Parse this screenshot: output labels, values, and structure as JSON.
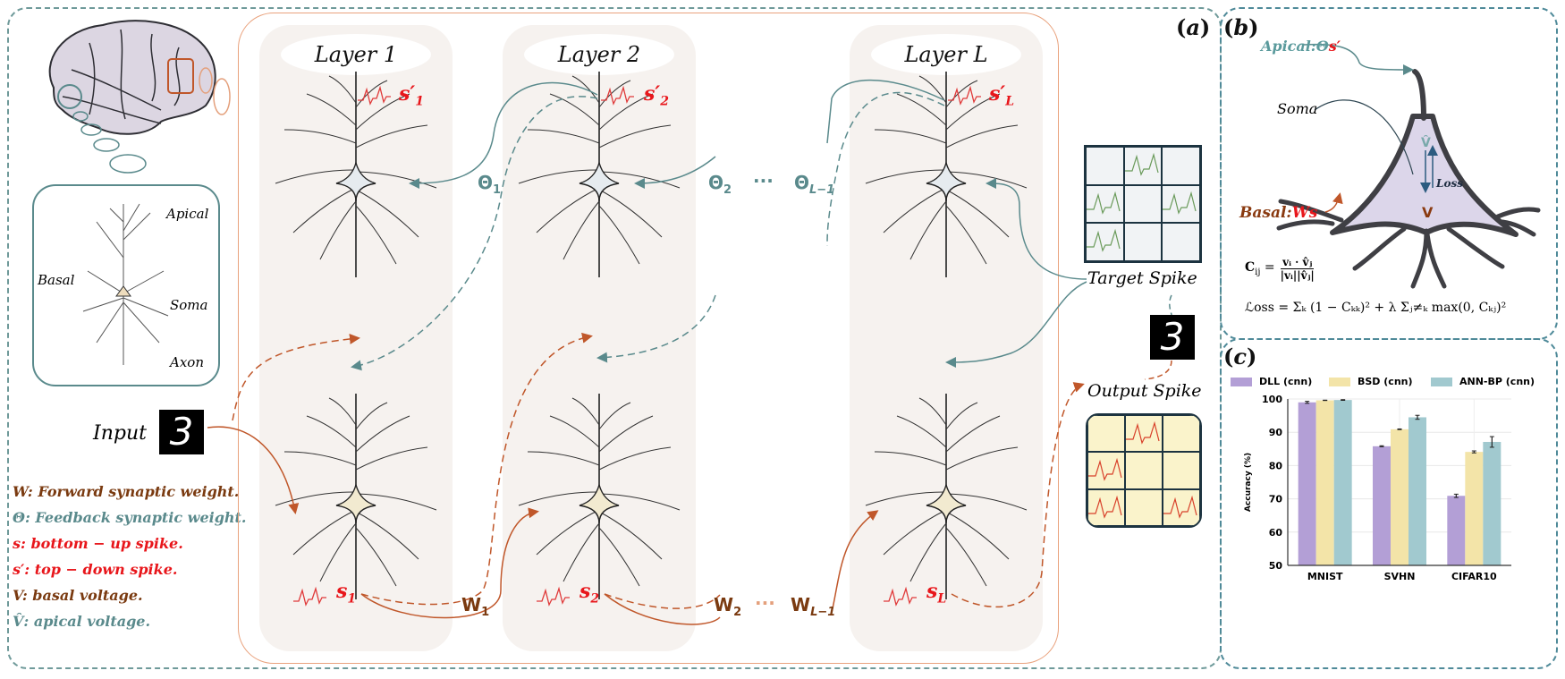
{
  "panels": {
    "a": {
      "tag_open": "(",
      "tag_letter": "a",
      "tag_close": ")"
    },
    "b": {
      "tag_open": "(",
      "tag_letter": "b",
      "tag_close": ")"
    },
    "c": {
      "tag_open": "(",
      "tag_letter": "c",
      "tag_close": ")"
    }
  },
  "neuron_inset": {
    "labels": {
      "apical": "Apical",
      "basal": "Basal",
      "soma": "Soma",
      "axon": "Axon"
    }
  },
  "input": {
    "label": "Input",
    "digit": "3"
  },
  "legend": [
    {
      "sym": "W",
      "text": ": Forward synaptic weight.",
      "color": "#7a3a10"
    },
    {
      "sym": "Θ",
      "text": ": Feedback synaptic weight.",
      "color": "#5a8a8c"
    },
    {
      "sym": "s",
      "text": ": bottom − up spike.",
      "color": "#e8161b"
    },
    {
      "sym": "s′",
      "text": ": top − down spike.",
      "color": "#e8161b"
    },
    {
      "sym": "V",
      "text": ": basal voltage.",
      "color": "#7a3a10"
    },
    {
      "sym": "V̂",
      "text": ": apical voltage.",
      "color": "#5a8a8c"
    }
  ],
  "layers": [
    {
      "title": "Layer 1",
      "top_spike": "s′",
      "top_sub": "1",
      "bottom_spike": "s",
      "bottom_sub": "1"
    },
    {
      "title": "Layer 2",
      "top_spike": "s′",
      "top_sub": "2",
      "bottom_spike": "s",
      "bottom_sub": "2"
    },
    {
      "title": "Layer L",
      "top_spike": "s′",
      "top_sub": "L",
      "bottom_spike": "s",
      "bottom_sub": "L"
    }
  ],
  "feedback_weights": {
    "t1": "Θ",
    "t1_sub": "1",
    "t2": "Θ",
    "t2_sub": "2",
    "dots": "···",
    "tl": "Θ",
    "tl_sub": "L−1"
  },
  "forward_weights": {
    "w1": "W",
    "w1_sub": "1",
    "w2": "W",
    "w2_sub": "2",
    "dots": "···",
    "wl": "W",
    "wl_sub": "L−1"
  },
  "target": {
    "label": "Target Spike",
    "grid": [
      [
        0,
        1,
        0
      ],
      [
        1,
        0,
        1
      ],
      [
        1,
        0,
        0
      ]
    ],
    "spike_color": "#6a9a5a",
    "bg": "#f1f3f5"
  },
  "output": {
    "label": "Output Spike",
    "digit": "3",
    "grid": [
      [
        0,
        1,
        0
      ],
      [
        1,
        0,
        0
      ],
      [
        1,
        0,
        1
      ]
    ],
    "spike_color": "#d8402a",
    "bg": "#faf3cb"
  },
  "panel_b": {
    "apical_label": "Apical:Θ",
    "apical_s": "s′",
    "soma_label": "Soma",
    "basal_label": "Basal:",
    "basal_w": "W",
    "basal_s": "s",
    "vhat": "V̂",
    "v": "V",
    "loss_tag": "Loss",
    "eq_cij_lhs": "C",
    "eq_cij_sub": "ij",
    "eq_cij_num": "vᵢ · v̂ⱼ",
    "eq_cij_den": "|vᵢ||v̂ⱼ|",
    "eq_loss": "ℒoss = Σₖ (1 − Cₖₖ)² + λ Σⱼ≠ₖ max(0, Cₖⱼ)²"
  },
  "chart_data": {
    "type": "bar",
    "title": "",
    "xlabel": "",
    "ylabel": "Accuracy (%)",
    "ylim": [
      50,
      100
    ],
    "yticks": [
      50,
      60,
      70,
      80,
      90,
      100
    ],
    "grid": true,
    "legend_position": "top",
    "categories": [
      "MNIST",
      "SVHN",
      "CIFAR10"
    ],
    "series": [
      {
        "name": "DLL (cnn)",
        "color": "#b39fd6",
        "values": [
          99.0,
          85.8,
          70.9
        ],
        "errors": [
          0.3,
          0.15,
          0.5
        ]
      },
      {
        "name": "BSD (cnn)",
        "color": "#f3e4a8",
        "values": [
          99.6,
          90.9,
          84.1
        ],
        "errors": [
          0.05,
          0.1,
          0.3
        ]
      },
      {
        "name": "ANN-BP (cnn)",
        "color": "#a1c9cf",
        "values": [
          99.7,
          94.5,
          87.1
        ],
        "errors": [
          0.1,
          0.6,
          1.6
        ]
      }
    ]
  }
}
